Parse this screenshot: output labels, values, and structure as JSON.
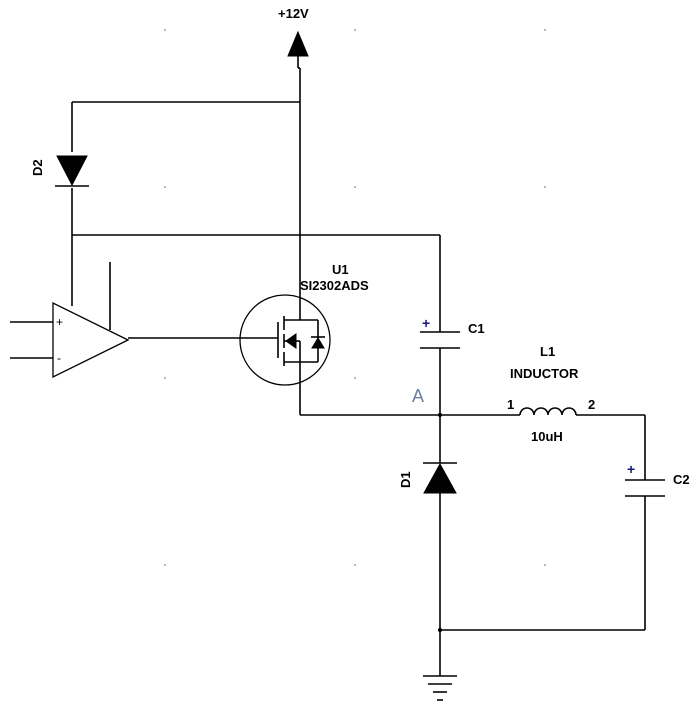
{
  "supply": {
    "label": "+12V"
  },
  "d2": {
    "label": "D2"
  },
  "d1": {
    "label": "D1"
  },
  "u1": {
    "ref": "U1",
    "part": "SI2302ADS"
  },
  "c1": {
    "label": "C1",
    "polarity": "+"
  },
  "c2": {
    "label": "C2",
    "polarity": "+"
  },
  "l1": {
    "ref": "L1",
    "part": "INDUCTOR",
    "value": "10uH",
    "pin1": "1",
    "pin2": "2"
  },
  "opamp": {
    "plus": "+",
    "minus": "-"
  },
  "node": {
    "label": "A"
  }
}
